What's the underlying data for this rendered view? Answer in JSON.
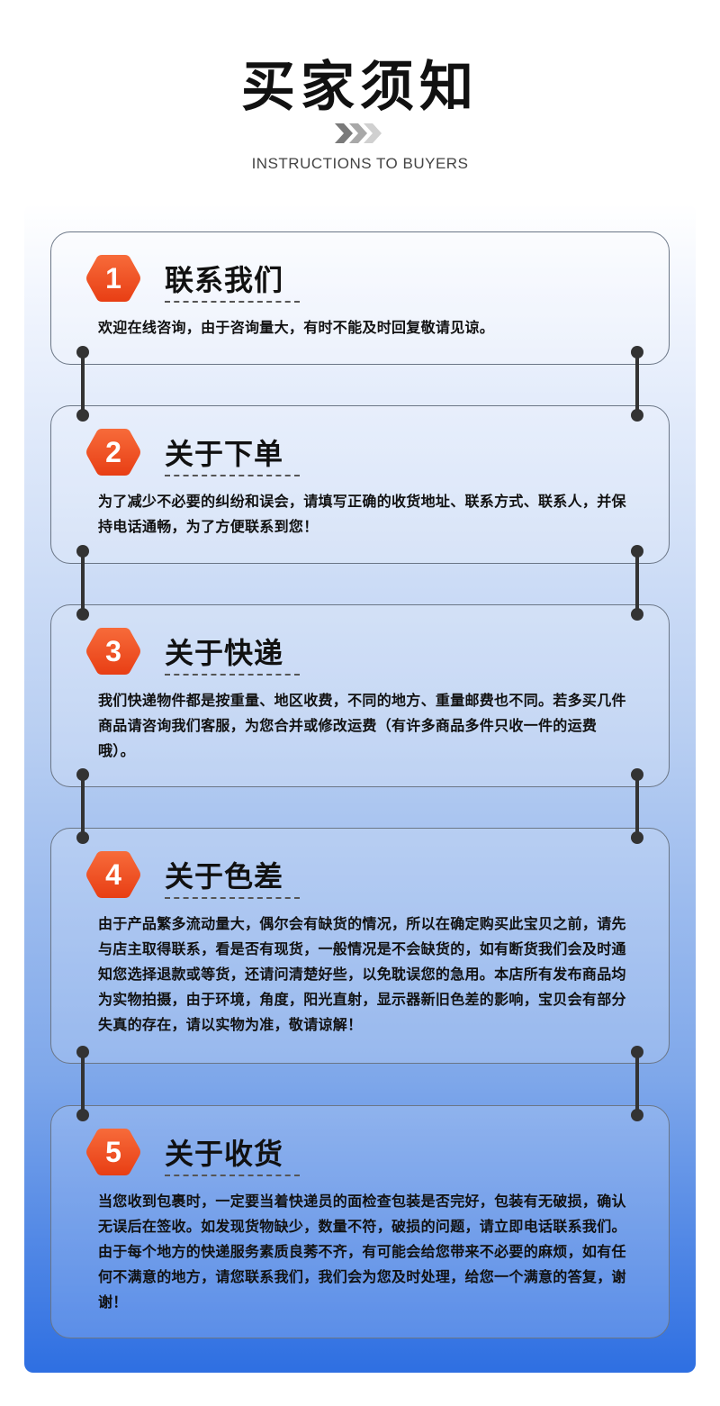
{
  "header": {
    "title": "买家须知",
    "subtitle": "INSTRUCTIONS TO BUYERS"
  },
  "colors": {
    "accent": "#ee4b21",
    "accent_light": "#f76b3a",
    "gradient_bottom": "#2e6fe2"
  },
  "cards": [
    {
      "number": "1",
      "title": "联系我们",
      "body": "欢迎在线咨询，由于咨询量大，有时不能及时回复敬请见谅。"
    },
    {
      "number": "2",
      "title": "关于下单",
      "body": "为了减少不必要的纠纷和误会，请填写正确的收货地址、联系方式、联系人，并保持电话通畅，为了方便联系到您！"
    },
    {
      "number": "3",
      "title": "关于快递",
      "body": "我们快递物件都是按重量、地区收费，不同的地方、重量邮费也不同。若多买几件商品请咨询我们客服，为您合并或修改运费（有许多商品多件只收一件的运费哦）。"
    },
    {
      "number": "4",
      "title": "关于色差",
      "body": "由于产品繁多流动量大，偶尔会有缺货的情况，所以在确定购买此宝贝之前，请先与店主取得联系，看是否有现货，一般情况是不会缺货的，如有断货我们会及时通知您选择退款或等货，还请问清楚好些，以免耽误您的急用。本店所有发布商品均为实物拍摄，由于环境，角度，阳光直射，显示器新旧色差的影响，宝贝会有部分失真的存在，请以实物为准，敬请谅解！"
    },
    {
      "number": "5",
      "title": "关于收货",
      "body": "当您收到包裹时，一定要当着快递员的面检查包装是否完好，包装有无破损，确认无误后在签收。如发现货物缺少，数量不符，破损的问题，请立即电话联系我们。由于每个地方的快递服务素质良莠不齐，有可能会给您带来不必要的麻烦，如有任何不满意的地方，请您联系我们，我们会为您及时处理，给您一个满意的答复，谢谢！"
    }
  ]
}
